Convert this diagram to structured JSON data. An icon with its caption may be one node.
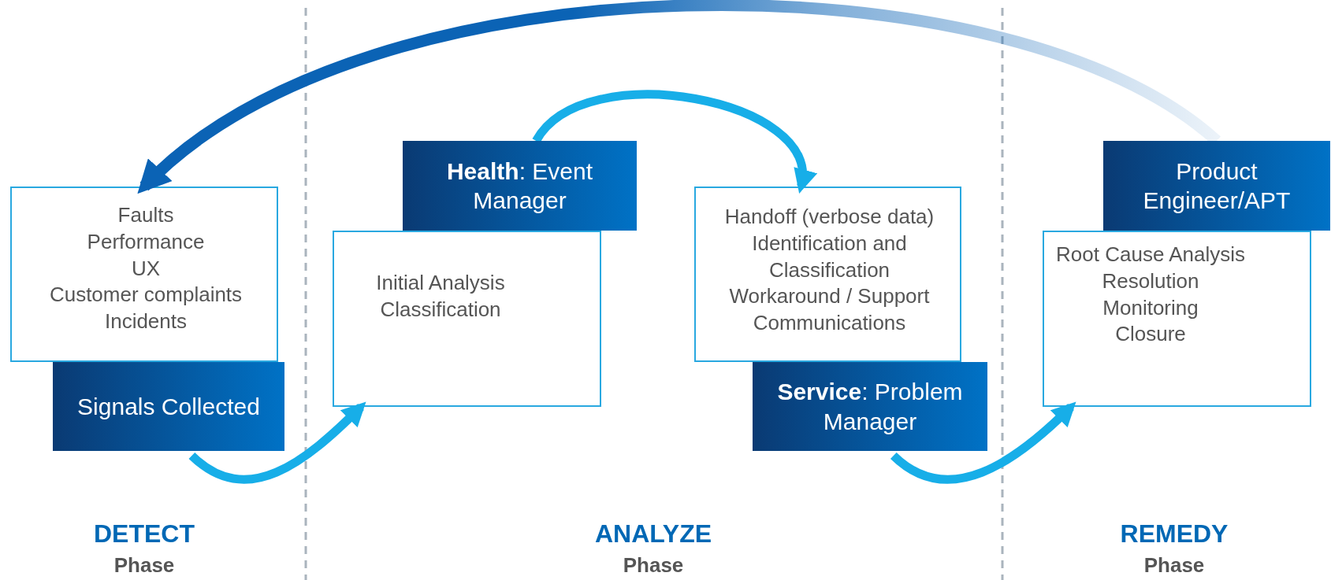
{
  "diagram": {
    "nodes": [
      {
        "text": [
          "Faults",
          "Performance",
          "UX",
          "Customer complaints",
          "Incidents"
        ]
      },
      {
        "text": [
          "Signals Collected"
        ]
      },
      {
        "text": [
          "Initial Analysis",
          "Classification"
        ]
      },
      {
        "text": [
          "**Health**: Event Manager"
        ]
      },
      {
        "text": [
          "Handoff (verbose data)",
          "Identification and Classification",
          "Workaround / Support",
          "Communications"
        ]
      },
      {
        "text": [
          "**Service**: Problem Manager"
        ]
      },
      {
        "text": [
          "Root Cause Analysis",
          "Resolution",
          "Monitoring",
          "Closure"
        ]
      },
      {
        "text": [
          "Product Engineer/APT"
        ]
      }
    ],
    "edges": [
      {
        "from": 1,
        "to": 2,
        "arrow": "to"
      },
      {
        "from": 3,
        "to": 4,
        "arrow": "to"
      },
      {
        "from": 5,
        "to": 6,
        "arrow": "to"
      },
      {
        "from": 7,
        "to": 0,
        "arrow": "to",
        "style": "thick",
        "color": "#0b63b5"
      }
    ],
    "labels": [
      "DETECT",
      "Phase",
      "ANALYZE",
      "Phase",
      "REMEDY",
      "Phase"
    ]
  }
}
